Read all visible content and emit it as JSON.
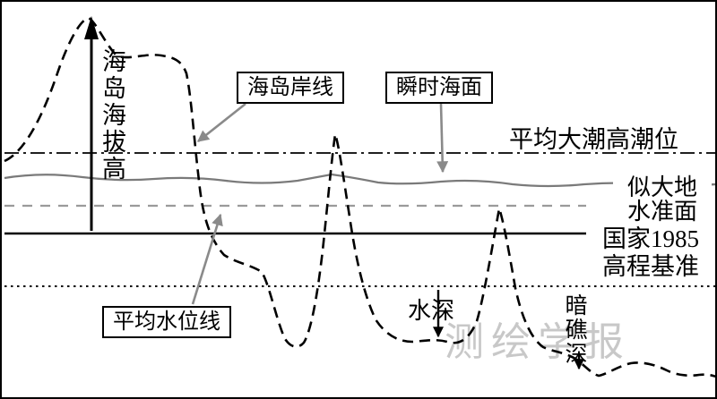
{
  "colors": {
    "terrain_black": "#000000",
    "sea_surface_gray": "#7a7a7a",
    "geoid_dash_gray": "#9a9a9a",
    "callout_arrow_gray": "#8a8a8a",
    "watermark_gray": "#c8c8c8"
  },
  "labels": {
    "island_elevation": "海岛海拔高",
    "island_coastline": "海岛岸线",
    "instantaneous_sea_surface": "瞬时海面",
    "mean_spring_high_tide_level": "平均大潮高潮位",
    "quasi_geoid": [
      "似大地",
      "水准面"
    ],
    "national_1985_datum": [
      "国家1985",
      "高程基准"
    ],
    "mean_water_level_line": "平均水位线",
    "water_depth": "水深",
    "reef_depth": "暗礁深",
    "watermark": "测绘学报"
  }
}
